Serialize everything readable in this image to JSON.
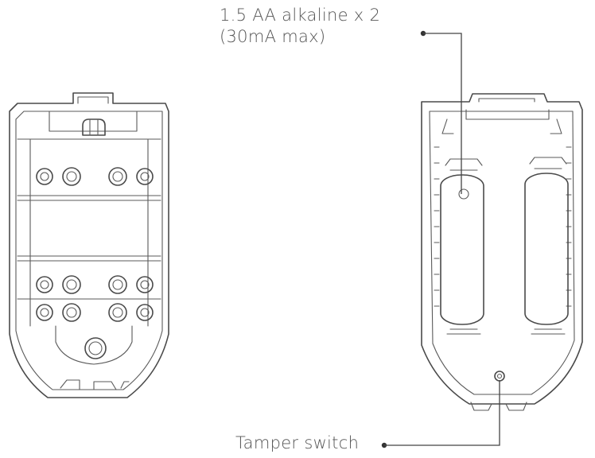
{
  "labels": {
    "battery_line1": "1.5 AA alkaline x 2",
    "battery_line2": "(30mA max)",
    "tamper": "Tamper switch"
  },
  "colors": {
    "line": "#4a4a4a",
    "text": "#555555",
    "background": "#ffffff"
  }
}
